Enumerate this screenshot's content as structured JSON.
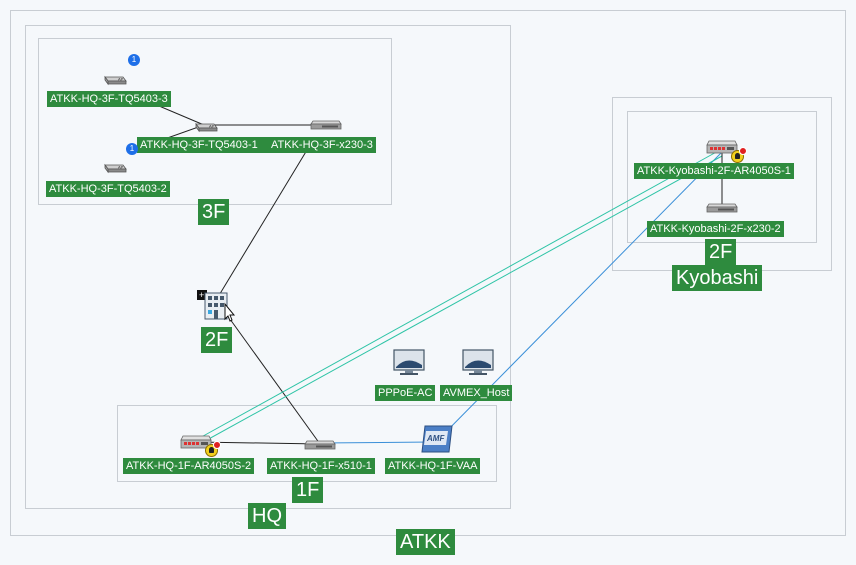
{
  "groups": {
    "atkk": "ATKK",
    "hq": "HQ",
    "floor_3f": "3F",
    "floor_2f": "2F",
    "floor_1f": "1F",
    "kyobashi": "Kyobashi",
    "kyobashi_2f": "2F"
  },
  "nodes": {
    "ap_3f_3": "ATKK-HQ-3F-TQ5403-3",
    "ap_3f_1": "ATKK-HQ-3F-TQ5403-1",
    "ap_3f_2": "ATKK-HQ-3F-TQ5403-2",
    "sw_3f": "ATKK-HQ-3F-x230-3",
    "kyo_router": "ATKK-Kyobashi-2F-AR4050S-1",
    "kyo_switch": "ATKK-Kyobashi-2F-x230-2",
    "pppoe": "PPPoE-AC",
    "avmex": "AVMEX_Host",
    "hq_router": "ATKK-HQ-1F-AR4050S-2",
    "hq_switch": "ATKK-HQ-1F-x510-1",
    "vaa": "ATKK-HQ-1F-VAA"
  },
  "badges": {
    "ap_3f_3_count": "1",
    "ap_3f_2_count": "1"
  },
  "icons": {
    "ap": "wireless-ap-icon",
    "switch": "switch-icon",
    "router": "router-icon",
    "building": "building-icon",
    "host": "monitor-icon",
    "amf": "amf-appliance-icon",
    "alarm": "alarm-bell-icon"
  },
  "colors": {
    "label_bg": "#2e8b3e",
    "link_black": "#222222",
    "link_teal": "#2ec4a6",
    "link_blue": "#3a8fd8",
    "badge": "#1e6fe8",
    "alarm": "#f2d01c"
  }
}
